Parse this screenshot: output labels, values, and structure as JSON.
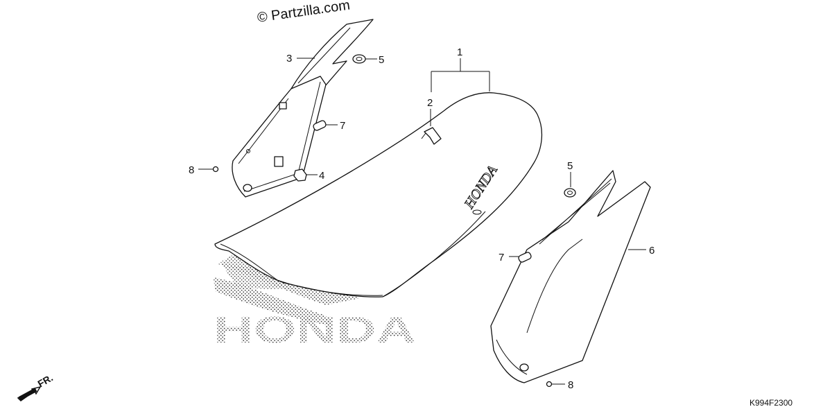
{
  "watermark": "© Partzilla.com",
  "diagram_code": "K994F2300",
  "direction_label": "FR.",
  "seat_logo_text": "HONDA",
  "big_logo_text": "HONDA",
  "callouts": [
    {
      "id": "c1",
      "label": "1"
    },
    {
      "id": "c2",
      "label": "2"
    },
    {
      "id": "c3",
      "label": "3"
    },
    {
      "id": "c4",
      "label": "4"
    },
    {
      "id": "c5a",
      "label": "5"
    },
    {
      "id": "c5b",
      "label": "5"
    },
    {
      "id": "c6",
      "label": "6"
    },
    {
      "id": "c7a",
      "label": "7"
    },
    {
      "id": "c7b",
      "label": "7"
    },
    {
      "id": "c8a",
      "label": "8"
    },
    {
      "id": "c8b",
      "label": "8"
    }
  ]
}
